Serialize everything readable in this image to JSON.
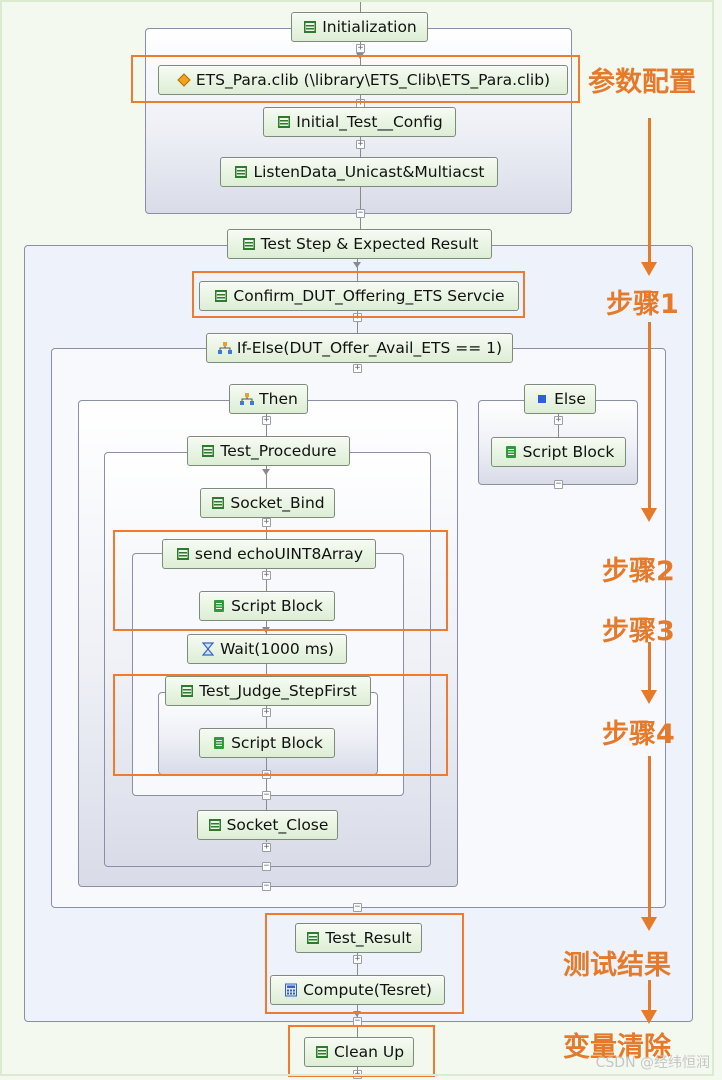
{
  "nodes": {
    "initialization": "Initialization",
    "ets_para": "ETS_Para.clib (\\library\\ETS_Clib\\ETS_Para.clib)",
    "initial_test_config": "Initial_Test__Config",
    "listen_data": "ListenData_Unicast&Multiacst",
    "test_step": "Test Step & Expected Result",
    "confirm_dut": "Confirm_DUT_Offering_ETS Servcie",
    "if_else": "If-Else(DUT_Offer_Avail_ETS == 1)",
    "then": "Then",
    "else": "Else",
    "else_script_block": "Script Block",
    "test_procedure": "Test_Procedure",
    "socket_bind": "Socket_Bind",
    "send_echo": "send echoUINT8Array",
    "send_script_block": "Script Block",
    "wait": "Wait(1000 ms)",
    "test_judge": "Test_Judge_StepFirst",
    "judge_script_block": "Script Block",
    "socket_close": "Socket_Close",
    "test_result": "Test_Result",
    "compute": "Compute(Tesret)",
    "clean_up": "Clean Up"
  },
  "annotations": {
    "param_config": "参数配置",
    "step1": "步骤1",
    "step2": "步骤2",
    "step3": "步骤3",
    "step4": "步骤4",
    "test_result": "测试结果",
    "var_clear": "变量清除"
  },
  "watermark": "CSDN @经纬恒润",
  "colors": {
    "annotation": "#e57a2b",
    "node_fill": "#ddeed5",
    "node_border": "#7f8b7a",
    "container_border": "#8b8fa6"
  },
  "icons": {
    "test_group": "test-group-icon",
    "library": "library-diamond-icon",
    "branch": "branch-icon",
    "else": "blue-square-icon",
    "script": "script-icon",
    "wait": "hourglass-icon",
    "compute": "calculator-icon"
  }
}
